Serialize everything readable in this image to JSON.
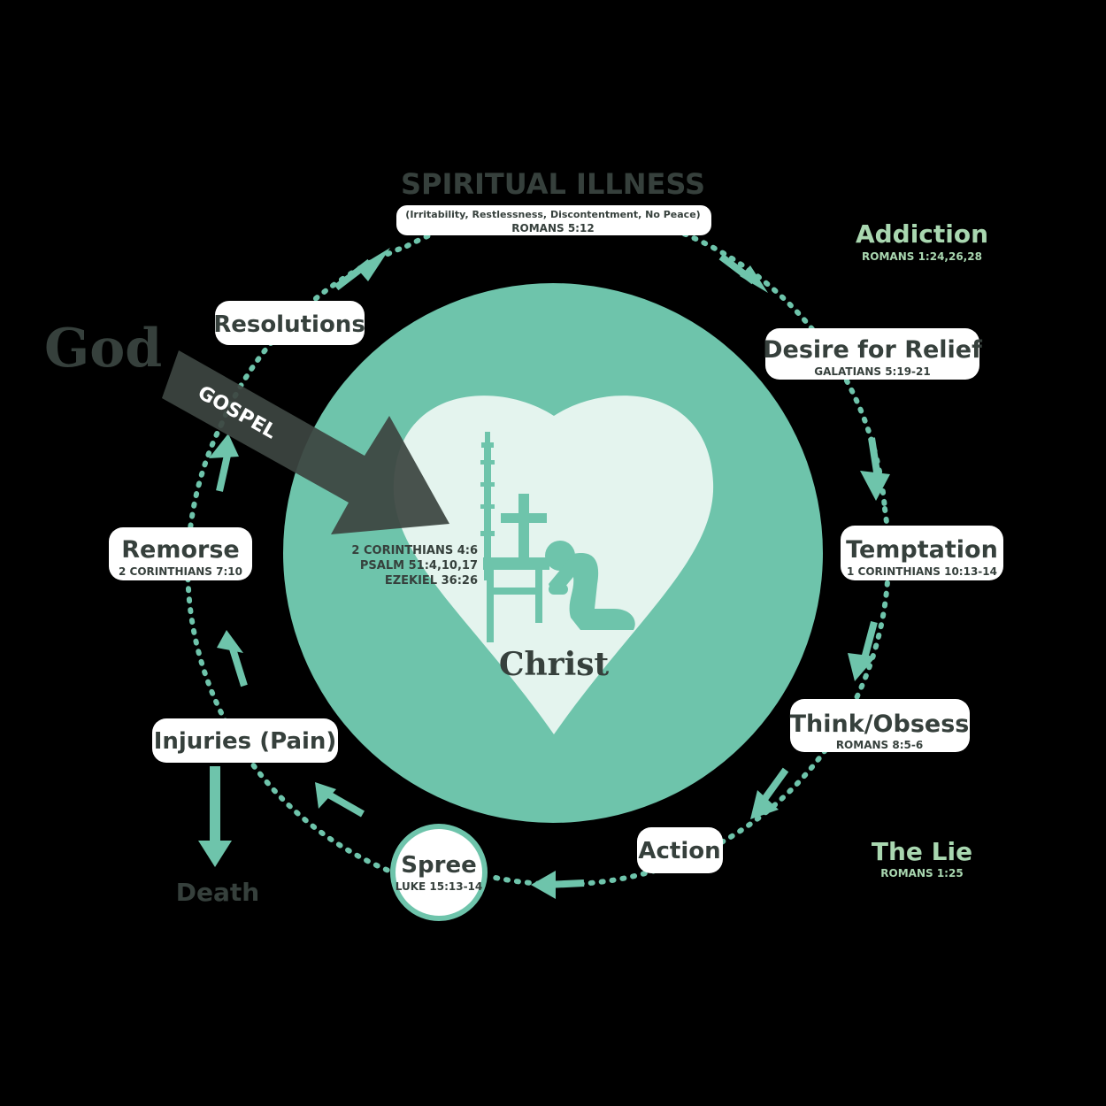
{
  "header": {
    "title": "SPIRITUAL ILLNESS",
    "subtitle": "(Irritability, Restlessness, Discontentment, No Peace)",
    "reference": "ROMANS 5:12"
  },
  "side_labels": {
    "addiction": {
      "label": "Addiction",
      "reference": "ROMANS 1:24,26,28"
    },
    "the_lie": {
      "label": "The Lie",
      "reference": "ROMANS 1:25"
    }
  },
  "cycle": [
    {
      "id": "desire",
      "label": "Desire for Relief",
      "reference": "GALATIANS 5:19-21"
    },
    {
      "id": "temptation",
      "label": "Temptation",
      "reference": "1 CORINTHIANS 10:13-14"
    },
    {
      "id": "think",
      "label": "Think/Obsess",
      "reference": "ROMANS 8:5-6"
    },
    {
      "id": "action",
      "label": "Action",
      "reference": ""
    },
    {
      "id": "spree",
      "label": "Spree",
      "reference": "LUKE 15:13-14"
    },
    {
      "id": "injuries",
      "label": "Injuries (Pain)",
      "reference": ""
    },
    {
      "id": "remorse",
      "label": "Remorse",
      "reference": "2 CORINTHIANS 7:10"
    },
    {
      "id": "resolutions",
      "label": "Resolutions",
      "reference": ""
    }
  ],
  "death_label": "Death",
  "god_label": "God",
  "gospel_label": "GOSPEL",
  "christ_label": "Christ",
  "center_references": [
    "2 CORINTHIANS 4:6",
    "PSALM 51:4,10,17",
    "EZEKIEL 36:26"
  ],
  "colors": {
    "background": "#000000",
    "teal": "#6ec4ab",
    "heart": "#e4f4ee",
    "dark_text": "#36403c",
    "light_green": "#a9d7b0",
    "gospel_arrow": "#3c4541"
  },
  "icons": [
    "throne-icon",
    "cross-icon",
    "kneeling-person-icon"
  ]
}
